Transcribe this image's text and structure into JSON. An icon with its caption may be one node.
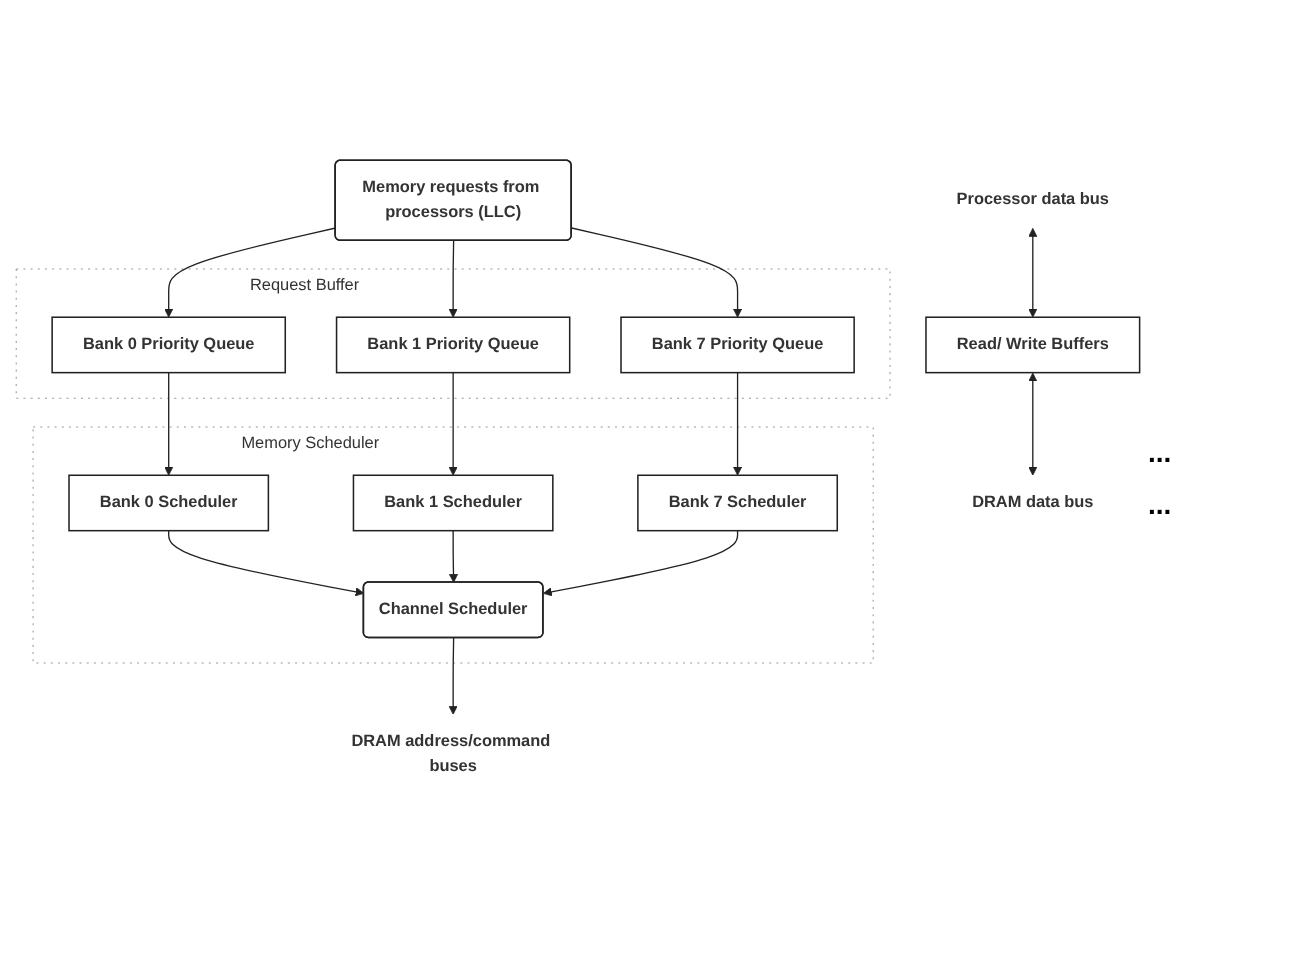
{
  "diagram": {
    "nodes": [
      {
        "text": [
          "Memory requests from processors (LLC)"
        ]
      },
      {
        "text": [
          "Request Buffer"
        ]
      },
      {
        "text": [
          "Bank 0 Priority Queue"
        ],
        "in": 1
      },
      {
        "text": [
          "Bank 1 Priority Queue"
        ],
        "in": 1
      },
      {
        "text": [
          "Bank 7 Priority Queue"
        ],
        "in": 1
      },
      {
        "text": [
          "Memory Scheduler"
        ]
      },
      {
        "text": [
          "Bank 0 Scheduler"
        ],
        "in": 5
      },
      {
        "text": [
          "Bank 1 Scheduler"
        ],
        "in": 5
      },
      {
        "text": [
          "Bank 7 Scheduler"
        ],
        "in": 5
      },
      {
        "text": [
          "Channel Scheduler"
        ],
        "in": 5
      },
      {
        "text": [
          "Read/ Write Buffers"
        ]
      },
      {
        "text": [
          "Processor data bus"
        ]
      },
      {
        "text": [
          "DRAM data bus"
        ]
      },
      {
        "text": [
          "DRAM address/command buses"
        ]
      }
    ],
    "edges": [
      {
        "from": 0,
        "to": 2,
        "arrow": "to"
      },
      {
        "from": 0,
        "to": 3,
        "arrow": "to"
      },
      {
        "from": 0,
        "to": 4,
        "arrow": "to"
      },
      {
        "from": 2,
        "to": 6,
        "arrow": "to"
      },
      {
        "from": 3,
        "to": 7,
        "arrow": "to"
      },
      {
        "from": 4,
        "to": 8,
        "arrow": "to"
      },
      {
        "from": 6,
        "to": 9,
        "arrow": "to"
      },
      {
        "from": 7,
        "to": 9,
        "arrow": "to"
      },
      {
        "from": 8,
        "to": 9,
        "arrow": "to"
      },
      {
        "from": 9,
        "to": 13,
        "arrow": "to"
      },
      {
        "from": 11,
        "to": 10,
        "arrow": "both"
      },
      {
        "from": 10,
        "to": 12,
        "arrow": "both"
      }
    ],
    "labels": [
      "...",
      "..."
    ]
  }
}
